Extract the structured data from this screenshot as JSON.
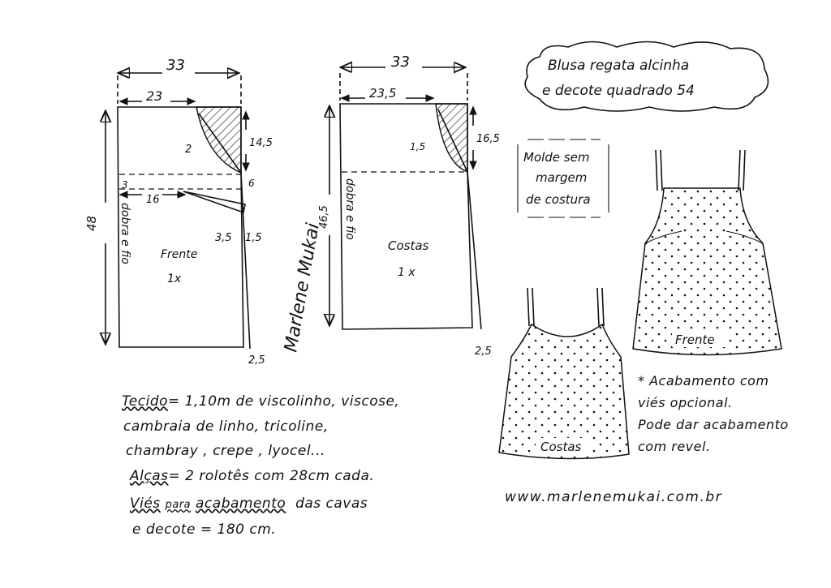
{
  "title": {
    "line1": "Blusa regata alcinha",
    "line2": "e decote quadrado 54"
  },
  "molde_note": {
    "line1": "Molde sem",
    "line2": "margem",
    "line3": "de costura"
  },
  "front_pattern": {
    "label": "Frente",
    "count": "1x",
    "fold": "dobra e fio",
    "width": "33",
    "neck_width": "23",
    "height": "48",
    "armhole_depth": "14,5",
    "curve": "2",
    "bust_offset": "3",
    "dart_length": "16",
    "dart_top": "6",
    "dart_width": "3,5",
    "dart_side": "1,5",
    "hem_flare": "2,5"
  },
  "back_pattern": {
    "label": "Costas",
    "count": "1 x",
    "fold": "dobra e fio",
    "width": "33",
    "neck_width": "23,5",
    "height": "46,5",
    "armhole_depth": "16,5",
    "curve": "1,5",
    "hem_flare": "2,5"
  },
  "signature": "Marlene Mukai",
  "garment_labels": {
    "front": "Frente",
    "back": "Costas"
  },
  "materials": {
    "fabric_label": "Tecido",
    "fabric_text": "= 1,10m de viscolinho, viscose,",
    "fabric_line2": "cambraia de linho, tricoline,",
    "fabric_line3": "chambray , crepe , lyocel...",
    "straps_label": "Alças",
    "straps_text": "= 2 rolotês com 28cm cada.",
    "bias_label": "Viés",
    "bias_mid": "para",
    "bias_word": "acabamento",
    "bias_text": "das cavas",
    "bias_line2": "e decote = 180 cm."
  },
  "finishing_note": {
    "line1": "* Acabamento com",
    "line2": "viés opcional.",
    "line3": "Pode dar acabamento",
    "line4": "com revel."
  },
  "website": "www.marlenemukai.com.br"
}
